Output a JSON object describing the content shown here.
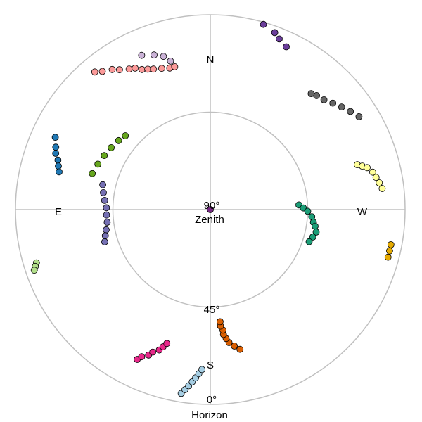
{
  "chart_data": {
    "type": "scatter",
    "projection": "polar-sky",
    "axes": {
      "compass": {
        "north": "N",
        "east": "E",
        "south": "S",
        "west": "W"
      },
      "altitude_range": [
        0,
        90
      ],
      "rings": [
        {
          "altitude": 0,
          "label": "0°",
          "caption": "Horizon"
        },
        {
          "altitude": 45,
          "label": "45°",
          "caption": ""
        },
        {
          "altitude": 90,
          "label": "90°",
          "caption": "Zenith"
        }
      ]
    },
    "grid": true,
    "ring_color": "#c0c0c0",
    "series": [
      {
        "color": "#1b9e77",
        "points": [
          [
            273,
            49
          ],
          [
            271,
            47
          ],
          [
            269,
            45
          ],
          [
            266,
            43
          ],
          [
            263,
            42
          ],
          [
            261,
            41
          ],
          [
            258,
            40
          ],
          [
            255,
            41
          ],
          [
            252,
            42
          ]
        ]
      },
      {
        "color": "#d95f02",
        "points": [
          [
            192,
            24
          ],
          [
            190,
            26
          ],
          [
            188,
            28
          ],
          [
            187,
            30
          ],
          [
            186,
            32
          ],
          [
            186,
            34
          ],
          [
            185,
            36
          ],
          [
            185,
            38
          ]
        ]
      },
      {
        "color": "#7570b3",
        "points": [
          [
            77,
            39
          ],
          [
            81,
            40
          ],
          [
            85,
            41
          ],
          [
            89,
            42
          ],
          [
            93,
            42
          ],
          [
            97,
            42
          ],
          [
            101,
            41
          ],
          [
            104,
            40
          ],
          [
            107,
            39
          ]
        ]
      },
      {
        "color": "#e7298a",
        "points": [
          [
            154,
            13
          ],
          [
            155,
            15
          ],
          [
            157,
            17
          ],
          [
            158,
            19
          ],
          [
            160,
            21
          ],
          [
            161,
            23
          ],
          [
            162,
            25
          ]
        ]
      },
      {
        "color": "#66a61e",
        "points": [
          [
            73,
            33
          ],
          [
            68,
            34
          ],
          [
            63,
            35
          ],
          [
            58,
            36
          ],
          [
            53,
            37
          ],
          [
            49,
            38
          ]
        ]
      },
      {
        "color": "#e6ab02",
        "points": [
          [
            255,
            5
          ],
          [
            257,
            5
          ],
          [
            259,
            5
          ]
        ]
      },
      {
        "color": "#a6761d",
        "points": []
      },
      {
        "color": "#666666",
        "points": [
          [
            302,
            9
          ],
          [
            305,
            11
          ],
          [
            308,
            13
          ],
          [
            311,
            15
          ],
          [
            314,
            17
          ],
          [
            317,
            18
          ],
          [
            319,
            19
          ]
        ]
      },
      {
        "color": "#a6cee3",
        "points": [
          [
            171,
            4
          ],
          [
            172,
            6
          ],
          [
            173,
            8
          ],
          [
            174,
            10
          ],
          [
            175,
            12
          ],
          [
            176,
            14
          ],
          [
            177,
            16
          ]
        ]
      },
      {
        "color": "#1f78b4",
        "points": [
          [
            65,
            11
          ],
          [
            68,
            13
          ],
          [
            70,
            14
          ],
          [
            72,
            16
          ],
          [
            74,
            17
          ],
          [
            76,
            18
          ]
        ]
      },
      {
        "color": "#b2df8a",
        "points": [
          [
            107,
            6
          ],
          [
            108,
            5
          ],
          [
            109,
            4
          ]
        ]
      },
      {
        "color": "#6a3d9a",
        "points": [
          [
            335,
            7
          ],
          [
            338,
            5
          ],
          [
            340,
            3
          ],
          [
            344,
            1
          ]
        ]
      },
      {
        "color": "#cab2d6",
        "points": [
          [
            15,
            19
          ],
          [
            17,
            16
          ],
          [
            20,
            14
          ],
          [
            24,
            12
          ]
        ]
      },
      {
        "color": "#fb9a99",
        "points": [
          [
            40,
            7
          ],
          [
            38,
            9
          ],
          [
            35,
            11
          ],
          [
            33,
            13
          ],
          [
            30,
            15
          ],
          [
            28,
            16
          ],
          [
            26,
            18
          ],
          [
            24,
            19
          ],
          [
            22,
            20
          ],
          [
            19,
            21
          ],
          [
            16,
            22
          ],
          [
            14,
            22
          ]
        ]
      },
      {
        "color": "#ffff99",
        "points": [
          [
            287,
            19
          ],
          [
            286,
            17
          ],
          [
            285,
            15
          ],
          [
            283,
            13
          ],
          [
            281,
            12
          ],
          [
            279,
            11
          ],
          [
            277,
            10
          ]
        ]
      },
      {
        "color": "#762a83",
        "points": [
          [
            0,
            90
          ]
        ]
      }
    ]
  }
}
